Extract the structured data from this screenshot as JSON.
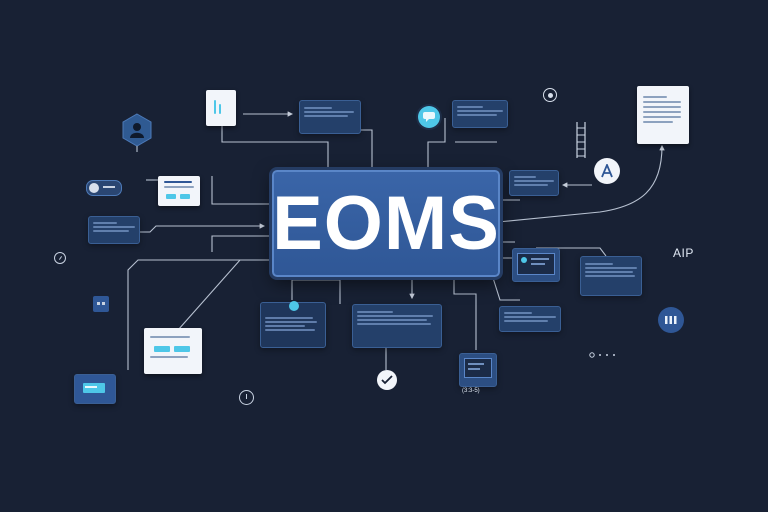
{
  "hub": {
    "label": "EOMS"
  },
  "side_labels": {
    "aip": "AIP",
    "small_code": "(3:3-5)"
  },
  "icons": {
    "user_shield": "user-shield-icon",
    "doc": "document-icon",
    "chat": "chat-bubble-icon",
    "gear": "gear-icon",
    "ladder": "ladder-icon",
    "font_a": "font-a-icon",
    "clock": "clock-icon",
    "dial": "dial-icon",
    "check": "check-icon",
    "grid": "grid-icon",
    "monitor": "monitor-icon",
    "toggle": "toggle-icon",
    "dots": "dots-icon"
  },
  "colors": {
    "background": "#182134",
    "hub": "#3a65a8",
    "card": "#24406a",
    "accent": "#4ec7e8",
    "wire": "#c9d3e2"
  }
}
